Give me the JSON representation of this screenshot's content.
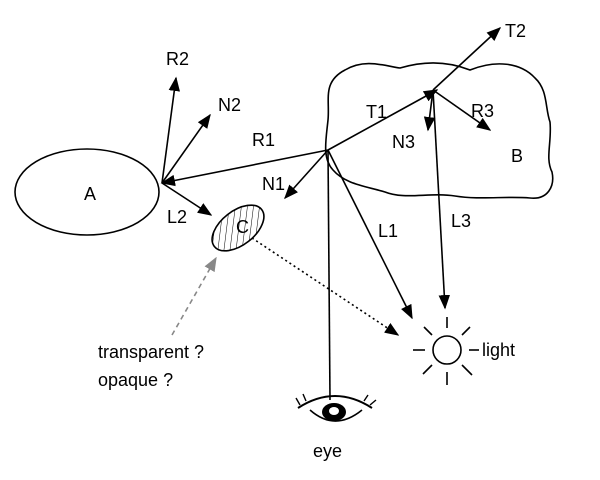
{
  "objects": {
    "a": "A",
    "b": "B",
    "c": "C"
  },
  "rays": {
    "r1": "R1",
    "r2": "R2",
    "r3": "R3",
    "n1": "N1",
    "n2": "N2",
    "n3": "N3",
    "t1": "T1",
    "t2": "T2",
    "l1": "L1",
    "l2": "L2",
    "l3": "L3"
  },
  "annotation": {
    "line1": "transparent ?",
    "line2": "opaque ?"
  },
  "light": "light",
  "eye": "eye"
}
